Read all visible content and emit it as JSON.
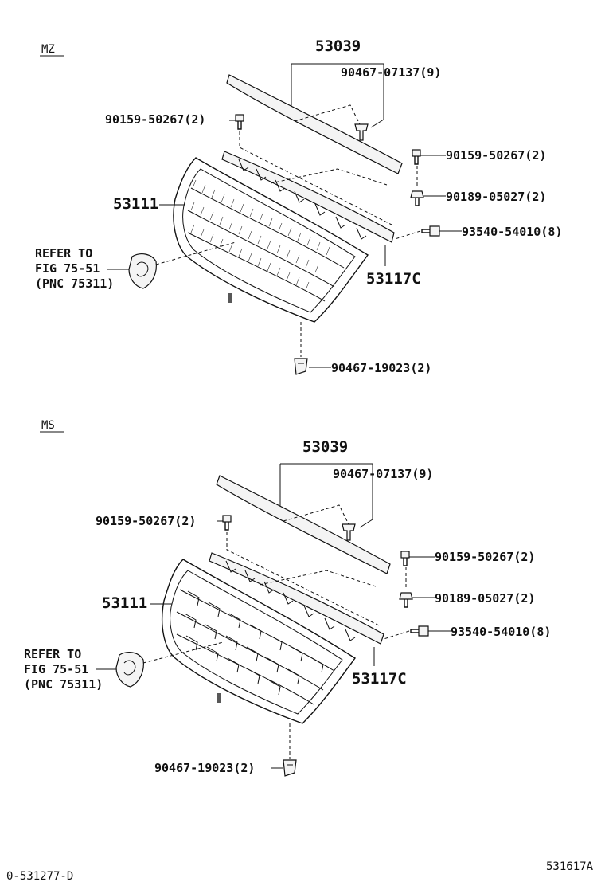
{
  "footer": {
    "left_code": "0-531277-D",
    "right_code": "531617A"
  },
  "sections": [
    {
      "variant": "MZ",
      "parts": {
        "molding": "53039",
        "molding_clip": "90467-07137(9)",
        "screw_left": "90159-50267(2)",
        "screw_right": "90159-50267(2)",
        "nut": "90189-05027(2)",
        "bolt": "93540-54010(8)",
        "grille": "53111",
        "bracket": "53117C",
        "bottom_clip": "90467-19023(2)"
      },
      "reference": {
        "line1": "REFER TO",
        "line2": "FIG 75-51",
        "line3": "(PNC 75311)"
      }
    },
    {
      "variant": "MS",
      "parts": {
        "molding": "53039",
        "molding_clip": "90467-07137(9)",
        "screw_left": "90159-50267(2)",
        "screw_right": "90159-50267(2)",
        "nut": "90189-05027(2)",
        "bolt": "93540-54010(8)",
        "grille": "53111",
        "bracket": "53117C",
        "bottom_clip": "90467-19023(2)"
      },
      "reference": {
        "line1": "REFER TO",
        "line2": "FIG 75-51",
        "line3": "(PNC 75311)"
      }
    }
  ]
}
